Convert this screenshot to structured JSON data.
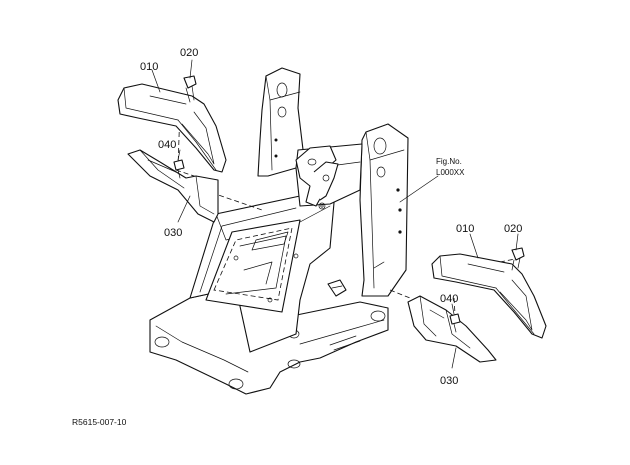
{
  "labels": {
    "part_010_left": "010",
    "part_020_left": "020",
    "part_040_left": "040",
    "part_030_left": "030",
    "part_010_right": "010",
    "part_020_right": "020",
    "part_040_right": "040",
    "part_030_right": "030"
  },
  "figure": {
    "fig_no_label": "Fig.No.",
    "fig_no_value": "L000XX",
    "reference_code": "R5615-007-10"
  }
}
